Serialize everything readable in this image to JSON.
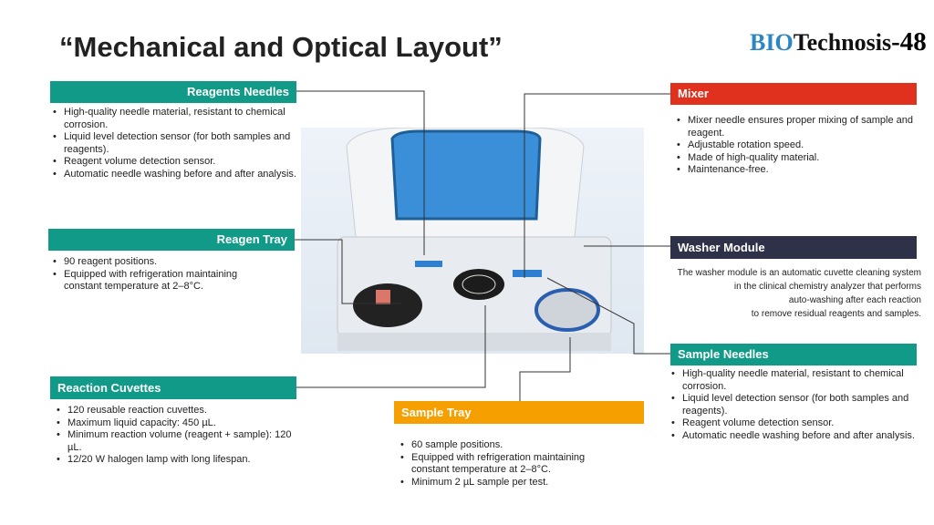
{
  "title": "“Mechanical and Optical Layout”",
  "logo": {
    "bio": "BIO",
    "tech": "Technosis",
    "num": "-48"
  },
  "reagents_needles": {
    "header": "Reagents Needles",
    "bullets": [
      "High-quality needle material, resistant to chemical corrosion.",
      "Liquid level detection sensor (for both samples and reagents).",
      "Reagent volume detection sensor.",
      "Automatic needle washing before and after analysis."
    ]
  },
  "reagent_tray": {
    "header": "Reagen Tray",
    "bullets": [
      "90 reagent positions.",
      "Equipped with refrigeration maintaining constant temperature at 2–8°C."
    ]
  },
  "reaction_cuvettes": {
    "header": "Reaction Cuvettes",
    "bullets": [
      "120 reusable reaction cuvettes.",
      "Maximum liquid capacity: 450 µL.",
      "Minimum reaction volume (reagent + sample): 120 µL.",
      "12/20 W halogen lamp with long lifespan."
    ]
  },
  "sample_tray": {
    "header": "Sample Tray",
    "bullets": [
      "60 sample positions.",
      "Equipped with refrigeration maintaining constant temperature at 2–8°C.",
      "Minimum 2 µL sample per test."
    ]
  },
  "mixer": {
    "header": "Mixer",
    "bullets": [
      "Mixer needle ensures proper mixing of sample and reagent.",
      "Adjustable rotation speed.",
      "Made of high-quality material.",
      "Maintenance-free."
    ]
  },
  "washer_module": {
    "header": "Washer Module",
    "lines": [
      "The washer module is an automatic cuvette cleaning system",
      "in the clinical chemistry analyzer that performs",
      "auto-washing after each reaction",
      "to remove residual reagents and samples."
    ]
  },
  "sample_needles": {
    "header": "Sample Needles",
    "bullets": [
      "High-quality needle material, resistant to chemical corrosion.",
      "Liquid level detection sensor (for both samples and reagents).",
      "Reagent volume detection sensor.",
      "Automatic needle washing before and after analysis."
    ]
  },
  "colors": {
    "teal": "#129a88",
    "red": "#e0301e",
    "orange": "#f5a000",
    "navy": "#2e3148"
  }
}
